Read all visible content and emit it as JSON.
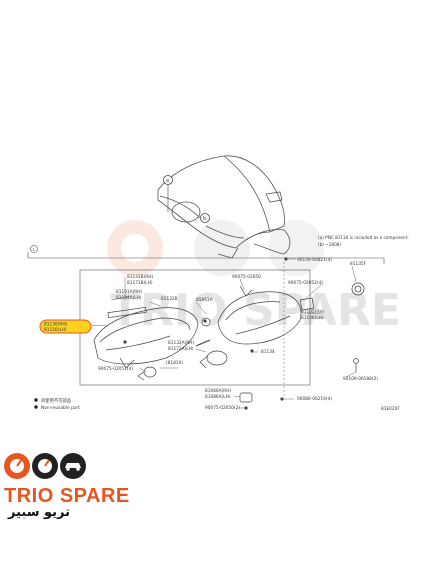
{
  "callouts": {
    "a": "a",
    "b": "b",
    "c": "c"
  },
  "note": {
    "line1": "(a) PNC 81134 is included as a component:",
    "line2": "(b)              ~1808)"
  },
  "parts": {
    "p81131b": "81131B(RH)",
    "p81171b": "81171B(LH)",
    "p81191a": "81191A(RH)",
    "p81194a": "81194A(LH)",
    "p81132b": "81132B",
    "p85661a": "85661A",
    "p81130": "81130(RH)",
    "p81150": "81150(LH)",
    "p90075_02050": "90075-02050",
    "p90159_60621": "90159-60621(4)",
    "p81135f": "81135F",
    "p90075_02052": "90075-02052(4)",
    "p81105": "81105(RH)",
    "p81106": "81106(LH)",
    "p81132a": "81132A(RH)",
    "p81172a": "81172A(LH)",
    "p81134": "81134",
    "p90075_02051": "90075-02051(4)",
    "p90109_06188": "90109-06188(2)",
    "p81066a": "81066A(RH)",
    "p81086a": "81086A(LH)",
    "p90080_06219": "90080-06219(4)",
    "p90075_02050b": "90075-02050(2)",
    "p81810": "(81810)"
  },
  "legend": {
    "item1": "再使用不可部品",
    "item2": "Non-reusable part"
  },
  "figure_code": "81E020F",
  "watermark": "TRIO SPARE",
  "brand": {
    "name": "TRIO SPARE",
    "arabic": "تريو سبير",
    "color": "#e8561f"
  }
}
